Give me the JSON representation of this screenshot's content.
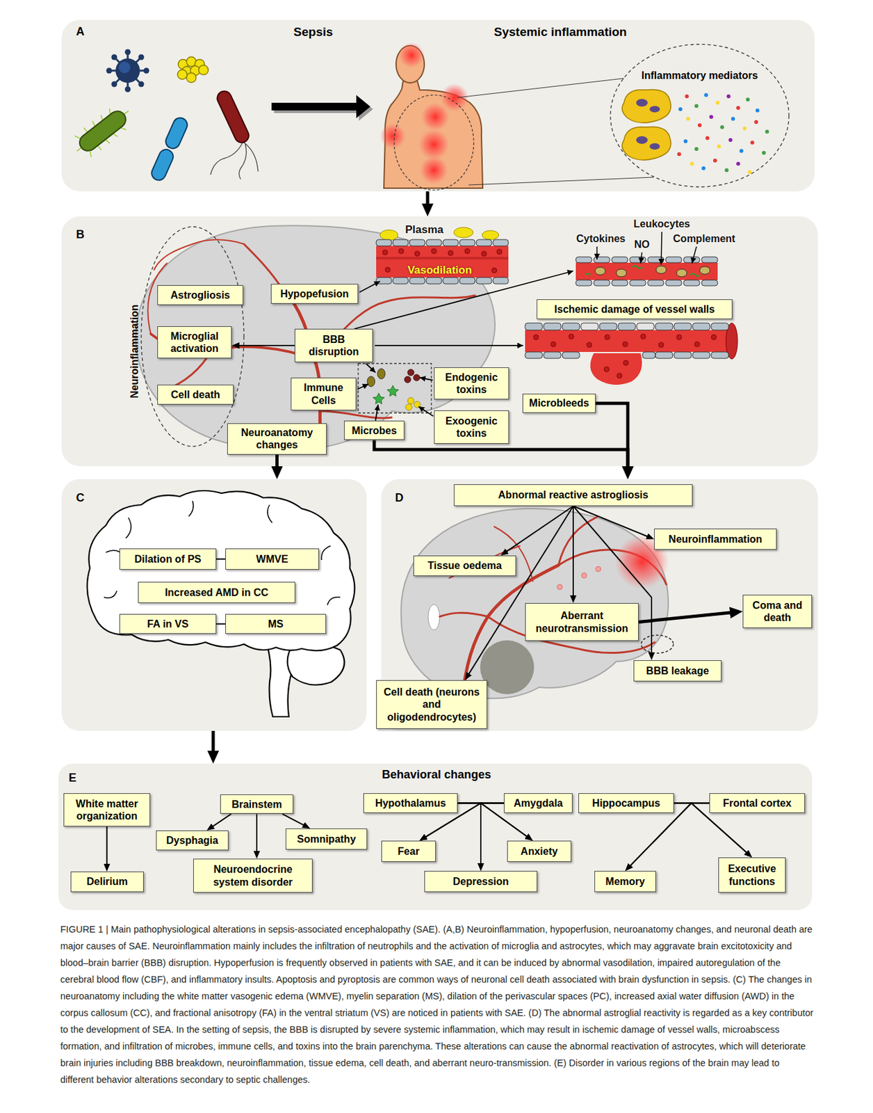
{
  "diagram": {
    "caption": "FIGURE 1 | Main pathophysiological alterations in sepsis-associated encephalopathy (SAE). (A,B) Neuroinflammation, hypoperfusion, neuroanatomy changes, and neuronal death are major causes of SAE. Neuroinflammation mainly includes the infiltration of neutrophils and the activation of microglia and astrocytes, which may aggravate brain excitotoxicity and blood–brain barrier (BBB) disruption. Hypoperfusion is frequently observed in patients with SAE, and it can be induced by abnormal vasodilation, impaired autoregulation of the cerebral blood flow (CBF), and inflammatory insults. Apoptosis and pyroptosis are common ways of neuronal cell death associated with brain dysfunction in sepsis. (C) The changes in neuroanatomy including the white matter vasogenic edema (WMVE), myelin separation (MS), dilation of the perivascular spaces (PC), increased axial water diffusion (AWD) in the corpus callosum (CC), and fractional anisotropy (FA) in the ventral striatum (VS) are noticed in patients with SAE. (D) The abnormal astroglial reactivity is regarded as a key contributor to the development of SEA. In the setting of sepsis, the BBB is disrupted by severe systemic inflammation, which may result in ischemic damage of vessel walls, microabscess formation, and infiltration of microbes, immune cells, and toxins into the brain parenchyma. These alterations can cause the abnormal reactivation of astrocytes, which will deteriorate brain injuries including BBB breakdown, neuroinflammation, tissue edema, cell death, and aberrant neuro-transmission. (E) Disorder in various regions of the brain may lead to different behavior alterations secondary to septic challenges.",
    "nodes": [
      {
        "text": [
          "A",
          "Sepsis",
          "Systemic inflammation"
        ]
      },
      {
        "text": [
          "Inflammatory mediators"
        ],
        "in": 0
      },
      {
        "text": [
          "B"
        ]
      },
      {
        "text": [
          "Neuroinflammation"
        ],
        "in": 2
      },
      {
        "text": [
          "Astrogliosis"
        ],
        "in": 3
      },
      {
        "text": [
          "Microglial activation"
        ],
        "in": 3
      },
      {
        "text": [
          "Cell death"
        ],
        "in": 3
      },
      {
        "text": [
          "Hypopefusion"
        ],
        "in": 2
      },
      {
        "text": [
          "Ischemic damage of vessel walls"
        ],
        "in": 2
      },
      {
        "text": [
          "BBB disruption"
        ],
        "in": 2
      },
      {
        "text": [
          "Immune Cells"
        ],
        "in": 2
      },
      {
        "text": [
          "Endogenic toxins"
        ],
        "in": 2
      },
      {
        "text": [
          "Microbleeds"
        ],
        "in": 2
      },
      {
        "text": [
          "Exoogenic toxins"
        ],
        "in": 2
      },
      {
        "text": [
          "Microbes"
        ],
        "in": 2
      },
      {
        "text": [
          "Neuroanatomy changes"
        ],
        "in": 2
      },
      {
        "text": [
          "C"
        ]
      },
      {
        "text": [
          "Dilation of PS"
        ],
        "in": 16
      },
      {
        "text": [
          "WMVE"
        ],
        "in": 16
      },
      {
        "text": [
          "Increased AMD in CC"
        ],
        "in": 16
      },
      {
        "text": [
          "FA in VS"
        ],
        "in": 16
      },
      {
        "text": [
          "MS"
        ],
        "in": 16
      },
      {
        "text": [
          "D"
        ]
      },
      {
        "text": [
          "Abnormal reactive astrogliosis"
        ],
        "in": 22
      },
      {
        "text": [
          "Neuroinflammation"
        ],
        "in": 22
      },
      {
        "text": [
          "Tissue oedema"
        ],
        "in": 22
      },
      {
        "text": [
          "Aberrant neurotransmission"
        ],
        "in": 22
      },
      {
        "text": [
          "Coma and death"
        ],
        "in": 22
      },
      {
        "text": [
          "BBB leakage"
        ],
        "in": 22
      },
      {
        "text": [
          "Cell death (neurons and oligodendrocytes)"
        ],
        "in": 22
      },
      {
        "text": [
          "E",
          "Behavioral changes"
        ]
      },
      {
        "text": [
          "White matter organization"
        ],
        "in": 30
      },
      {
        "text": [
          "Brainstem"
        ],
        "in": 30
      },
      {
        "text": [
          "Hypothalamus"
        ],
        "in": 30
      },
      {
        "text": [
          "Amygdala"
        ],
        "in": 30
      },
      {
        "text": [
          "Hippocampus"
        ],
        "in": 30
      },
      {
        "text": [
          "Frontal cortex"
        ],
        "in": 30
      },
      {
        "text": [
          "Dysphagia"
        ],
        "in": 30
      },
      {
        "text": [
          "Somnipathy"
        ],
        "in": 30
      },
      {
        "text": [
          "Fear"
        ],
        "in": 30
      },
      {
        "text": [
          "Anxiety"
        ],
        "in": 30
      },
      {
        "text": [
          "Delirium"
        ],
        "in": 30
      },
      {
        "text": [
          "Neuroendocrine system disorder"
        ],
        "in": 30
      },
      {
        "text": [
          "Depression"
        ],
        "in": 30
      },
      {
        "text": [
          "Memory"
        ],
        "in": 30
      },
      {
        "text": [
          "Executive functions"
        ],
        "in": 30
      }
    ],
    "edges": [
      {
        "from": 0,
        "to": 2,
        "arrow": "to"
      },
      {
        "from": 9,
        "to": 5,
        "arrow": "to"
      },
      {
        "from": 15,
        "to": 16,
        "arrow": "to"
      },
      {
        "from": 14,
        "to": 22,
        "arrow": "to"
      },
      {
        "from": 12,
        "to": 22,
        "arrow": "to"
      },
      {
        "from": 16,
        "to": 30,
        "arrow": "to"
      },
      {
        "from": 17,
        "to": 18,
        "arrow": "none"
      },
      {
        "from": 20,
        "to": 21,
        "arrow": "none"
      },
      {
        "from": 23,
        "to": 25,
        "arrow": "to"
      },
      {
        "from": 23,
        "to": 29,
        "arrow": "to"
      },
      {
        "from": 23,
        "to": 26,
        "arrow": "to"
      },
      {
        "from": 23,
        "to": 28,
        "arrow": "to"
      },
      {
        "from": 23,
        "to": 24,
        "arrow": "to"
      },
      {
        "from": 26,
        "to": 27,
        "arrow": "to"
      },
      {
        "from": 31,
        "to": 41,
        "arrow": "to"
      },
      {
        "from": 32,
        "to": 37,
        "arrow": "to"
      },
      {
        "from": 32,
        "to": 42,
        "arrow": "to"
      },
      {
        "from": 32,
        "to": 38,
        "arrow": "to"
      },
      {
        "from": 33,
        "to": 39,
        "arrow": "to"
      },
      {
        "from": 33,
        "to": 43,
        "arrow": "to"
      },
      {
        "from": 33,
        "to": 40,
        "arrow": "to"
      },
      {
        "from": 34,
        "to": 39,
        "arrow": "to"
      },
      {
        "from": 34,
        "to": 43,
        "arrow": "to"
      },
      {
        "from": 34,
        "to": 40,
        "arrow": "to"
      },
      {
        "from": 35,
        "to": 44,
        "arrow": "to"
      },
      {
        "from": 35,
        "to": 45,
        "arrow": "to"
      },
      {
        "from": 36,
        "to": 44,
        "arrow": "to"
      },
      {
        "from": 36,
        "to": 45,
        "arrow": "to"
      }
    ],
    "labels": [
      "Plasma",
      "Vasodilation",
      "Cytokines",
      "NO",
      "Leukocytes",
      "Complement"
    ]
  }
}
